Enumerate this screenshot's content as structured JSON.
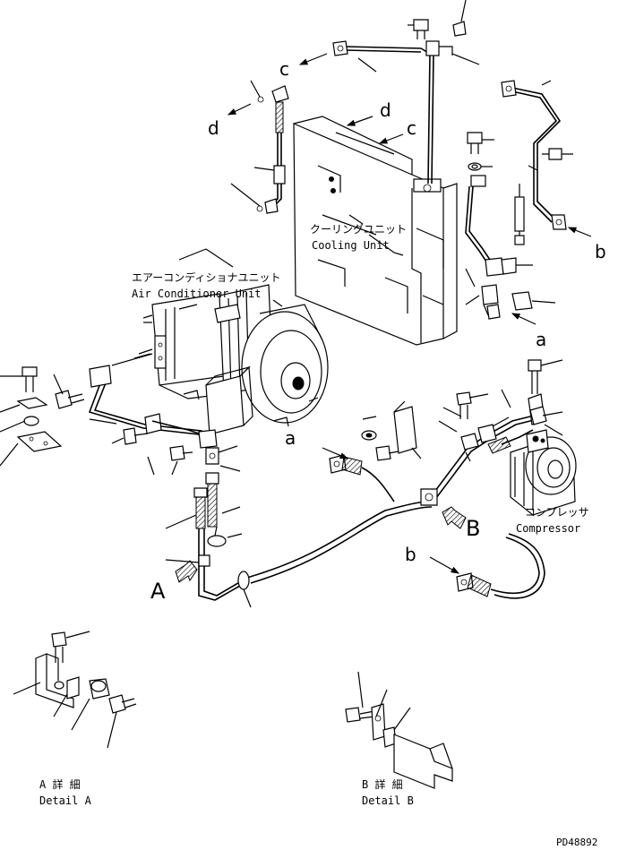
{
  "labels": {
    "cooling_unit_jp": "クーリングユニット",
    "cooling_unit_en": "Cooling Unit",
    "ac_unit_jp": "エアーコンディショナユニット",
    "ac_unit_en": "Air Conditioner Unit",
    "compressor_jp": "コンプレッサ",
    "compressor_en": "Compressor",
    "detail_a_jp": "A 詳 細",
    "detail_a_en": "Detail A",
    "detail_b_jp": "B 詳 細",
    "detail_b_en": "Detail B",
    "drawing_id": "PD48892"
  },
  "refs": {
    "a1": "a",
    "a2": "a",
    "b1": "b",
    "b2": "b",
    "c1": "c",
    "c2": "c",
    "d1": "d",
    "d2": "d",
    "big_a": "A",
    "big_b": "B"
  }
}
